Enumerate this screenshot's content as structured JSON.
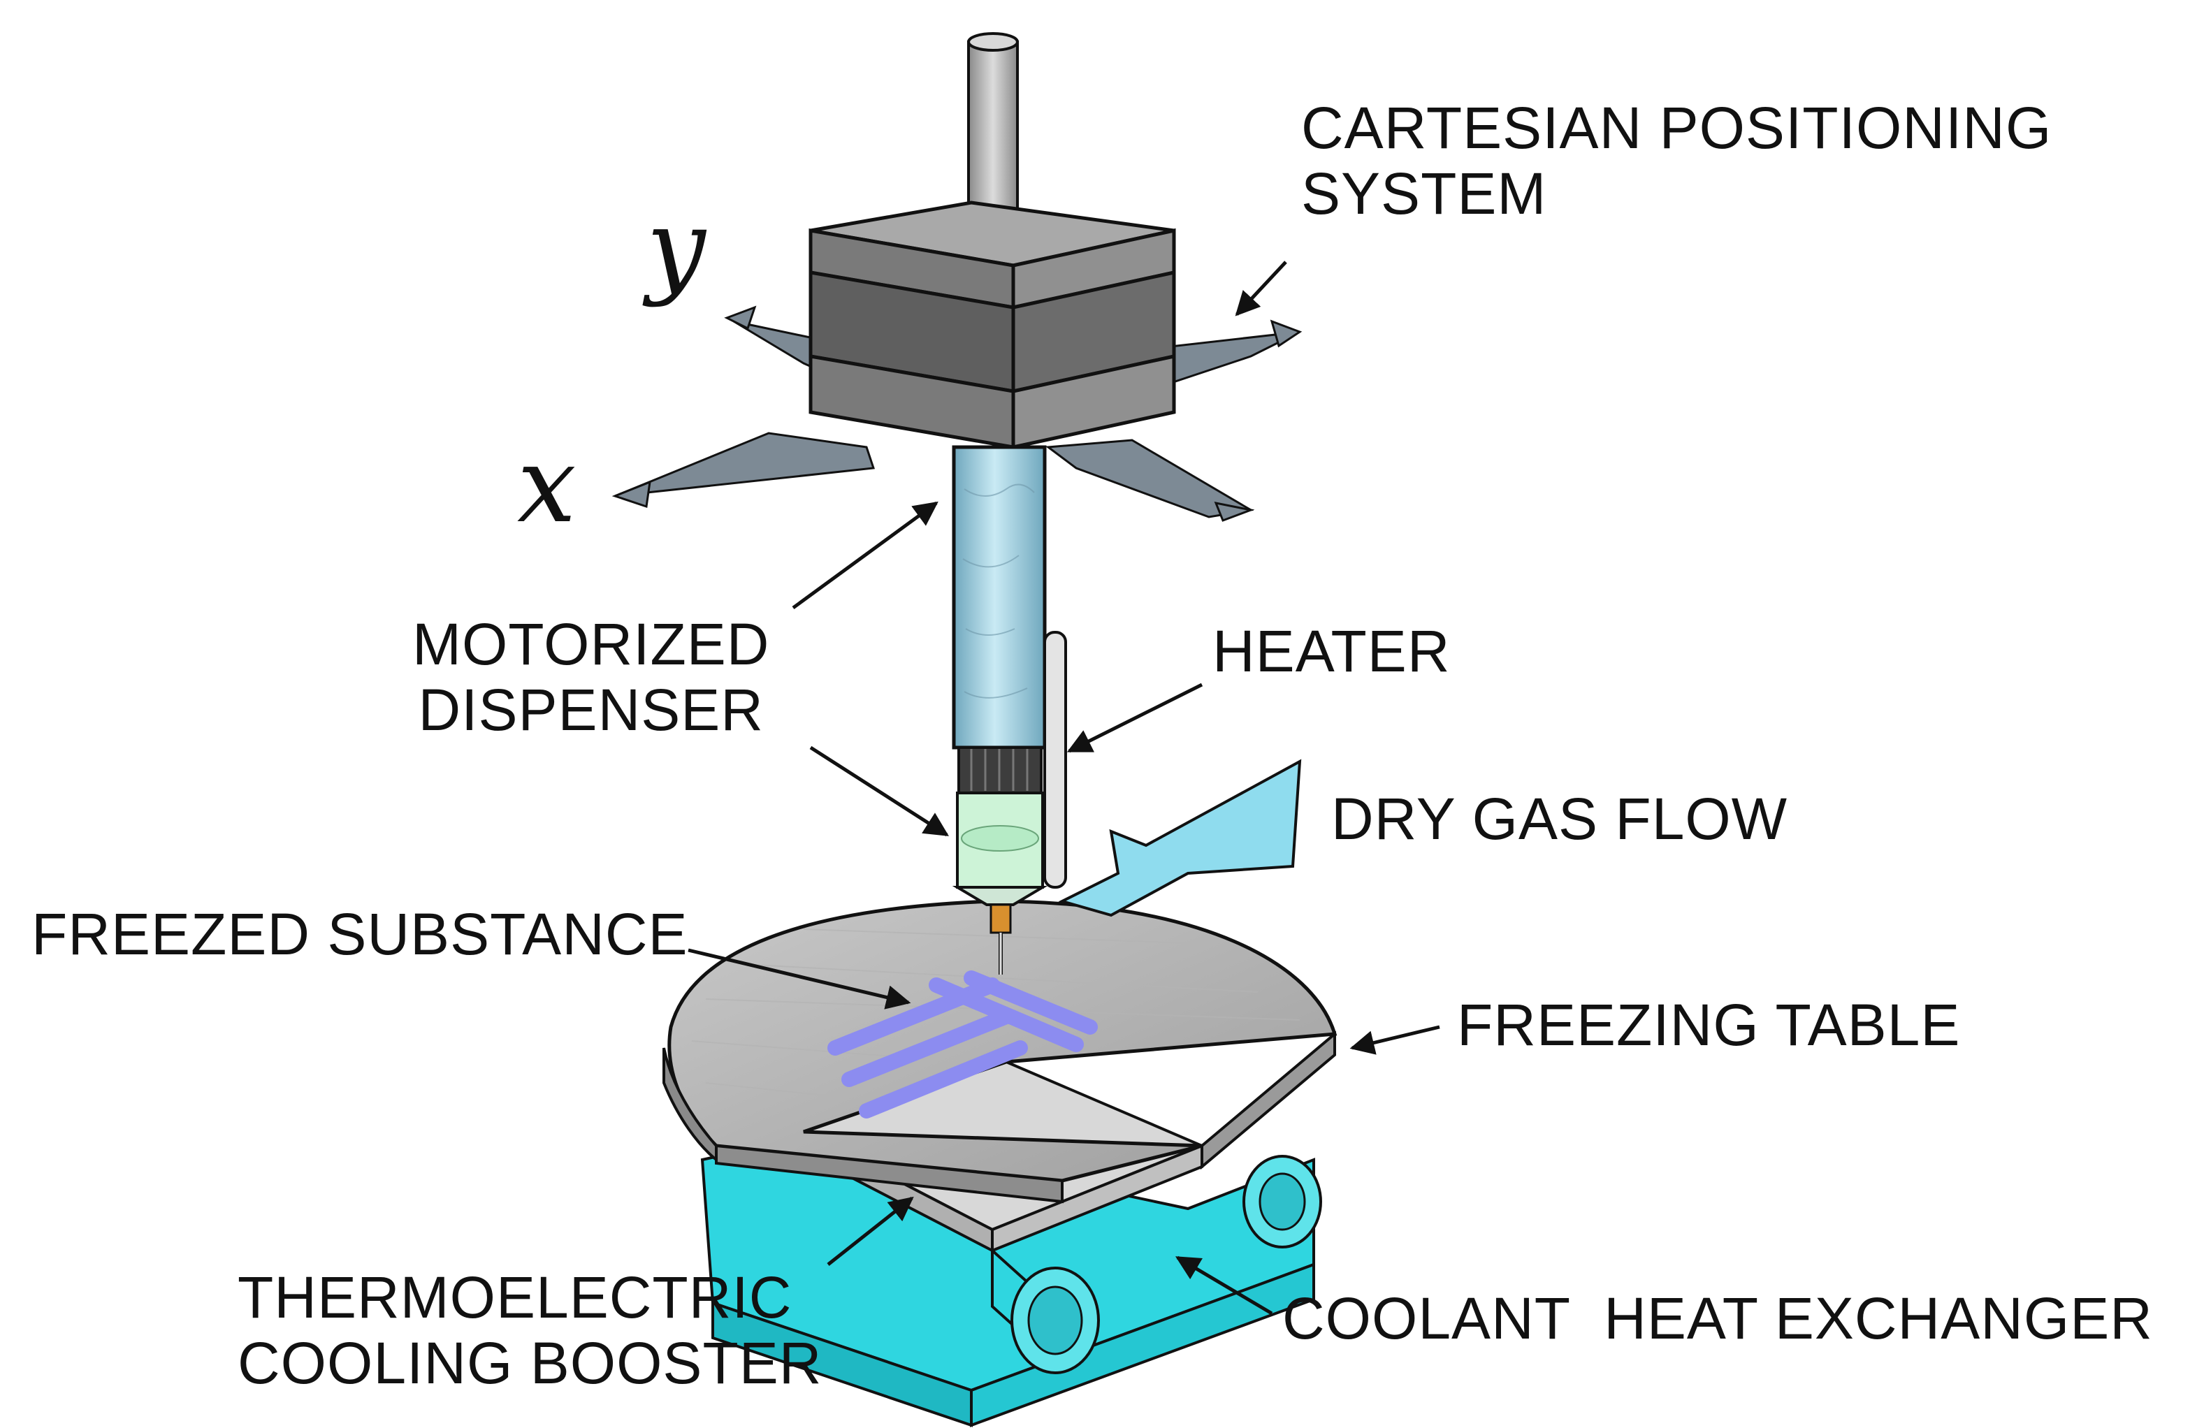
{
  "labels": {
    "cartesian_line1": "CARTESIAN POSITIONING",
    "cartesian_line2": "SYSTEM",
    "motorized_line1": "MOTORIZED",
    "motorized_line2": "DISPENSER",
    "heater": "HEATER",
    "dry_gas_flow": "DRY GAS FLOW",
    "freezed_substance": "FREEZED SUBSTANCE",
    "freezing_table": "FREEZING TABLE",
    "thermo_line1": "THERMOELECTRIC",
    "thermo_line2": "COOLING BOOSTER",
    "coolant": "COOLANT  HEAT EXCHANGER"
  },
  "axes": {
    "x": "x",
    "y": "y"
  },
  "colors": {
    "steel_light": "#bfbfbf",
    "steel_mid": "#9a9a9a",
    "steel_dark": "#6e6e6e",
    "motor_dark": "#5f5f5f",
    "syringe_blue": "#9fd3e6",
    "gas_flow": "#8fdcee",
    "substance": "#8c8cf0",
    "heat_exchanger": "#2fd6e0",
    "nozzle": "#d8902e"
  }
}
